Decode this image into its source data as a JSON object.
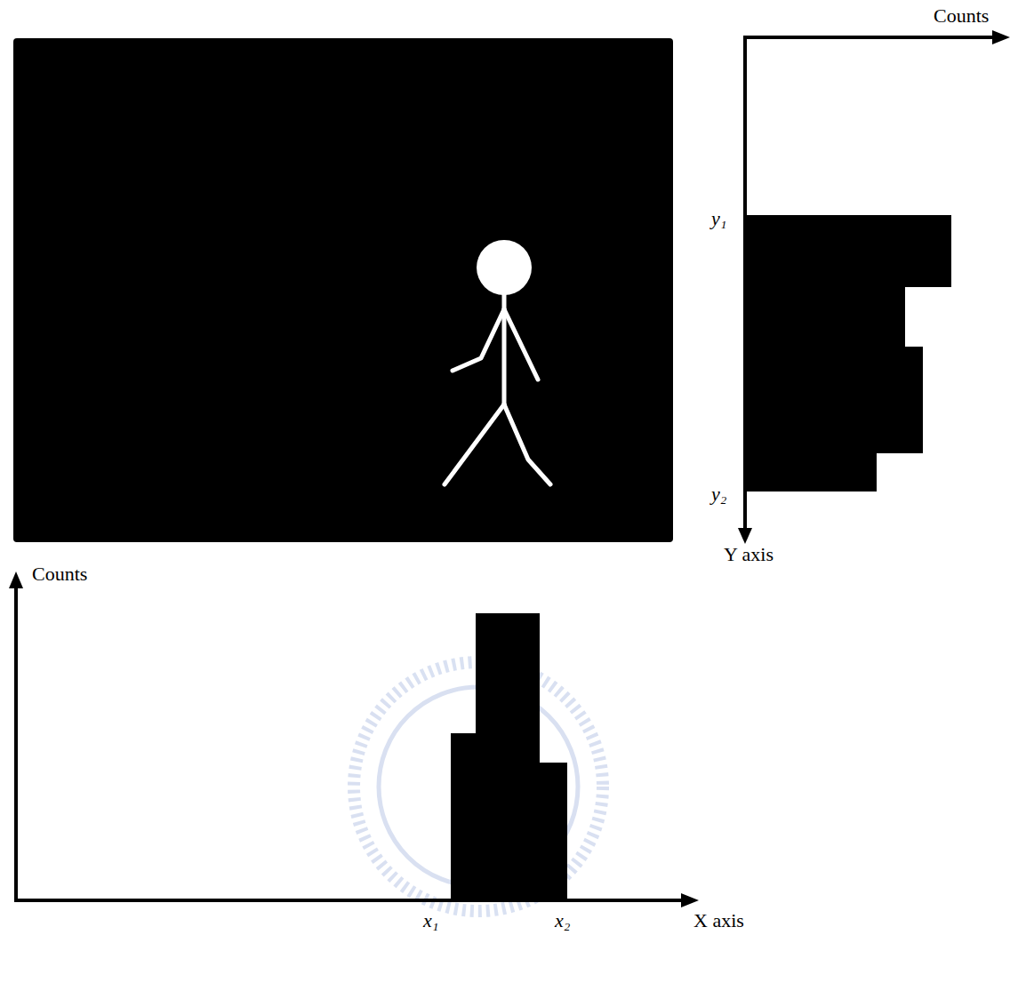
{
  "diagram": {
    "labels": [
      "Counts",
      "y₁",
      "y₂",
      "Y axis",
      "Counts",
      "x₁",
      "x₂",
      "X axis"
    ]
  }
}
